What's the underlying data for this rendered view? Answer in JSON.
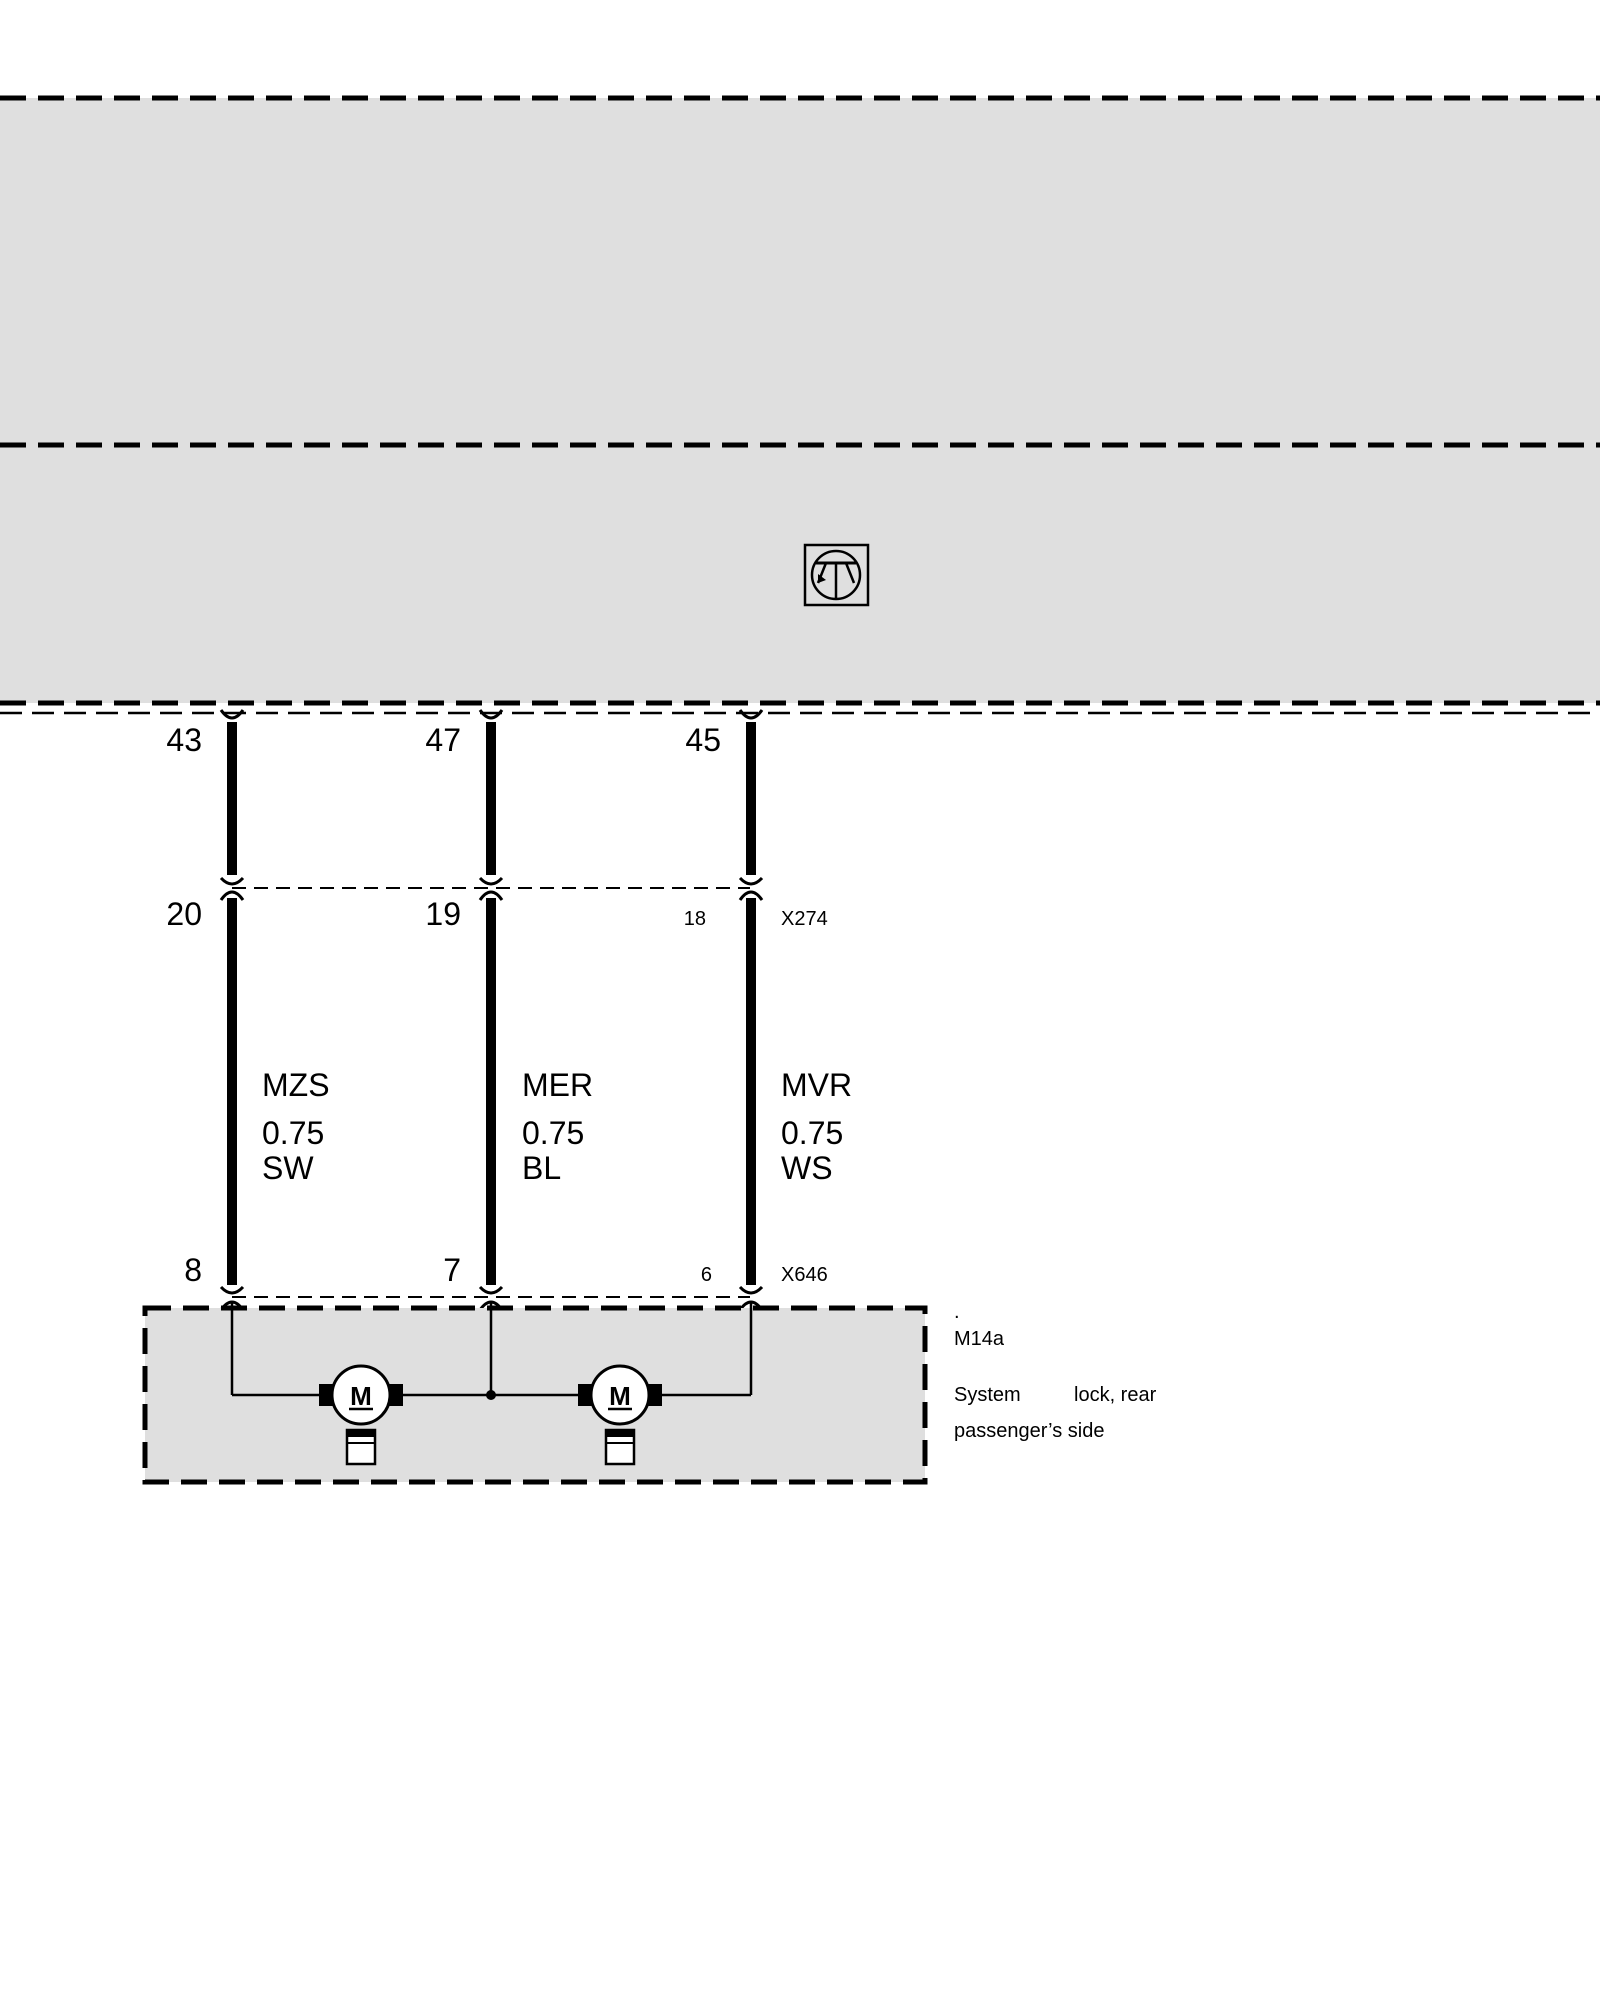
{
  "wires": [
    {
      "pin_top": "43",
      "pin_mid": "20",
      "pin_bottom": "8",
      "signal": "MZS",
      "cross_section": "0.75",
      "color": "SW"
    },
    {
      "pin_top": "47",
      "pin_mid": "19",
      "pin_bottom": "7",
      "signal": "MER",
      "cross_section": "0.75",
      "color": "BL"
    },
    {
      "pin_top": "45",
      "pin_mid": "18",
      "pin_bottom": "6",
      "signal": "MVR",
      "cross_section": "0.75",
      "color": "WS"
    }
  ],
  "connectors": {
    "upper": "X274",
    "lower": "X646"
  },
  "component": {
    "dot": ".",
    "id": "M14a",
    "desc_1": "System",
    "desc_2": "lock, rear",
    "desc_3": "passenger’s side"
  },
  "motor_symbol": "M",
  "colors": {
    "module_fill": "#dfdfdf",
    "line": "#000000"
  }
}
